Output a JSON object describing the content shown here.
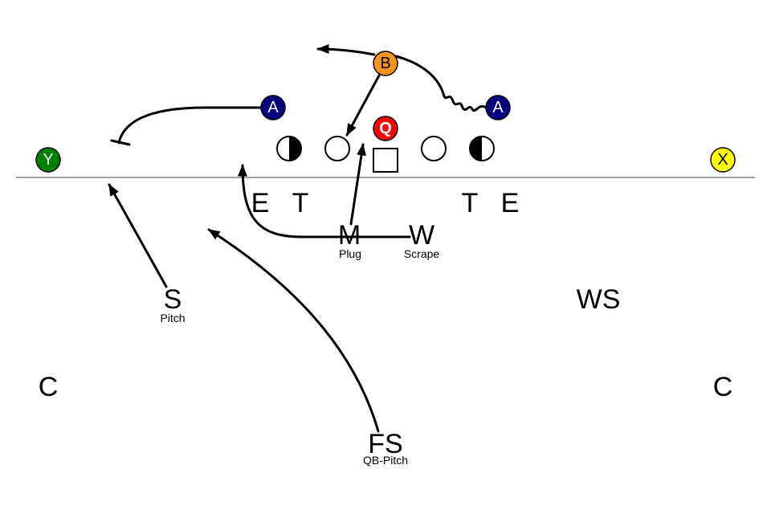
{
  "colors": {
    "a_back": "#000080",
    "b_back": "#f7941d",
    "quarterback": "#ff0000",
    "y_receiver": "#008000",
    "x_receiver": "#ffff00",
    "line_of_scrimmage": "#808080"
  },
  "offense": {
    "a_left": "A",
    "a_right": "A",
    "b": "B",
    "q": "Q",
    "y": "Y",
    "x": "X"
  },
  "defense": {
    "e_left": "E",
    "t_left": "T",
    "t_right": "T",
    "e_right": "E",
    "m": "M",
    "w": "W",
    "s": "S",
    "ws": "WS",
    "c_left": "C",
    "c_right": "C",
    "fs": "FS"
  },
  "assignments": {
    "m": "Plug",
    "w": "Scrape",
    "s": "Pitch",
    "fs": "QB-Pitch"
  }
}
